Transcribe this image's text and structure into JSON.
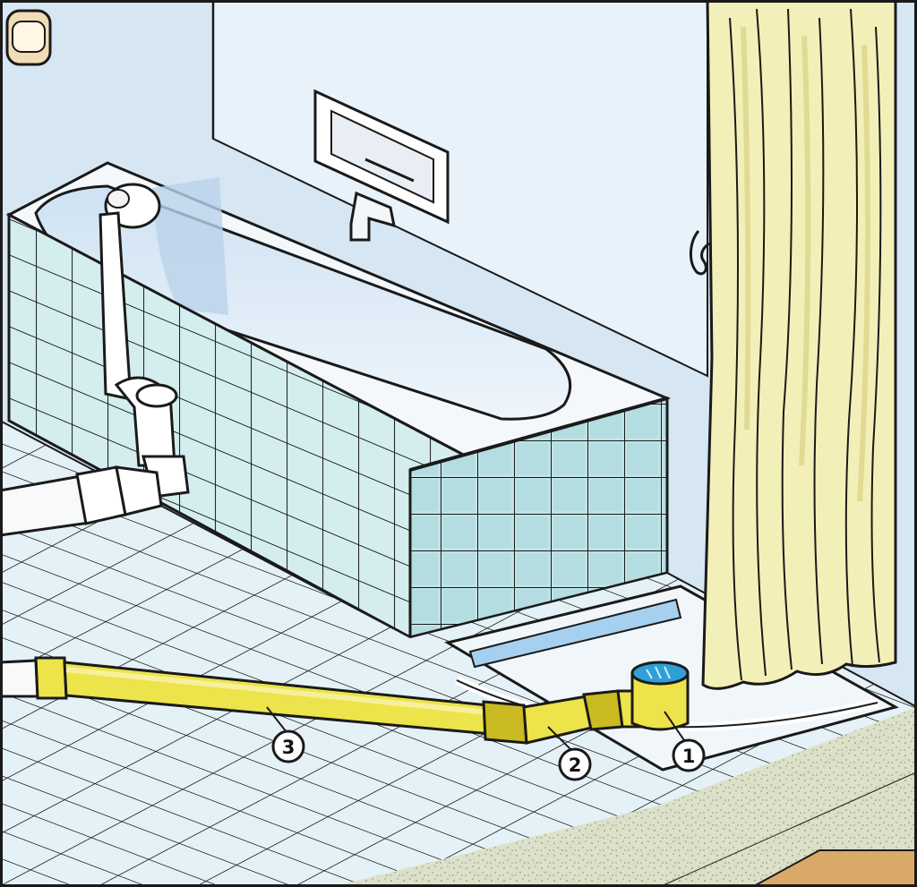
{
  "callouts": [
    {
      "id": "1",
      "label": "1"
    },
    {
      "id": "2",
      "label": "2"
    },
    {
      "id": "3",
      "label": "3"
    }
  ],
  "colors": {
    "wall": "#d6e6f2",
    "wall_light": "#e8f2fa",
    "tile_face": "#bfe3e6",
    "tile_face_dark": "#a9d6d9",
    "floor": "#e4f1f6",
    "tub": "#f4f8fb",
    "pipe_white": "#f7f9fa",
    "pipe_yellow": "#ede34a",
    "pipe_yellow_dark": "#c9bb21",
    "drain_cap": "#2f9fd6",
    "curtain": "#f3efb8",
    "curtain_shadow": "#dcd58a",
    "slab": "#d9ddc2",
    "wood": "#d9a968",
    "outline": "#1a1a1a"
  },
  "icons": [
    "shower-curtain-icon",
    "faucet-icon",
    "soap-dish-icon",
    "floor-drain-icon",
    "towel-hook-icon"
  ]
}
